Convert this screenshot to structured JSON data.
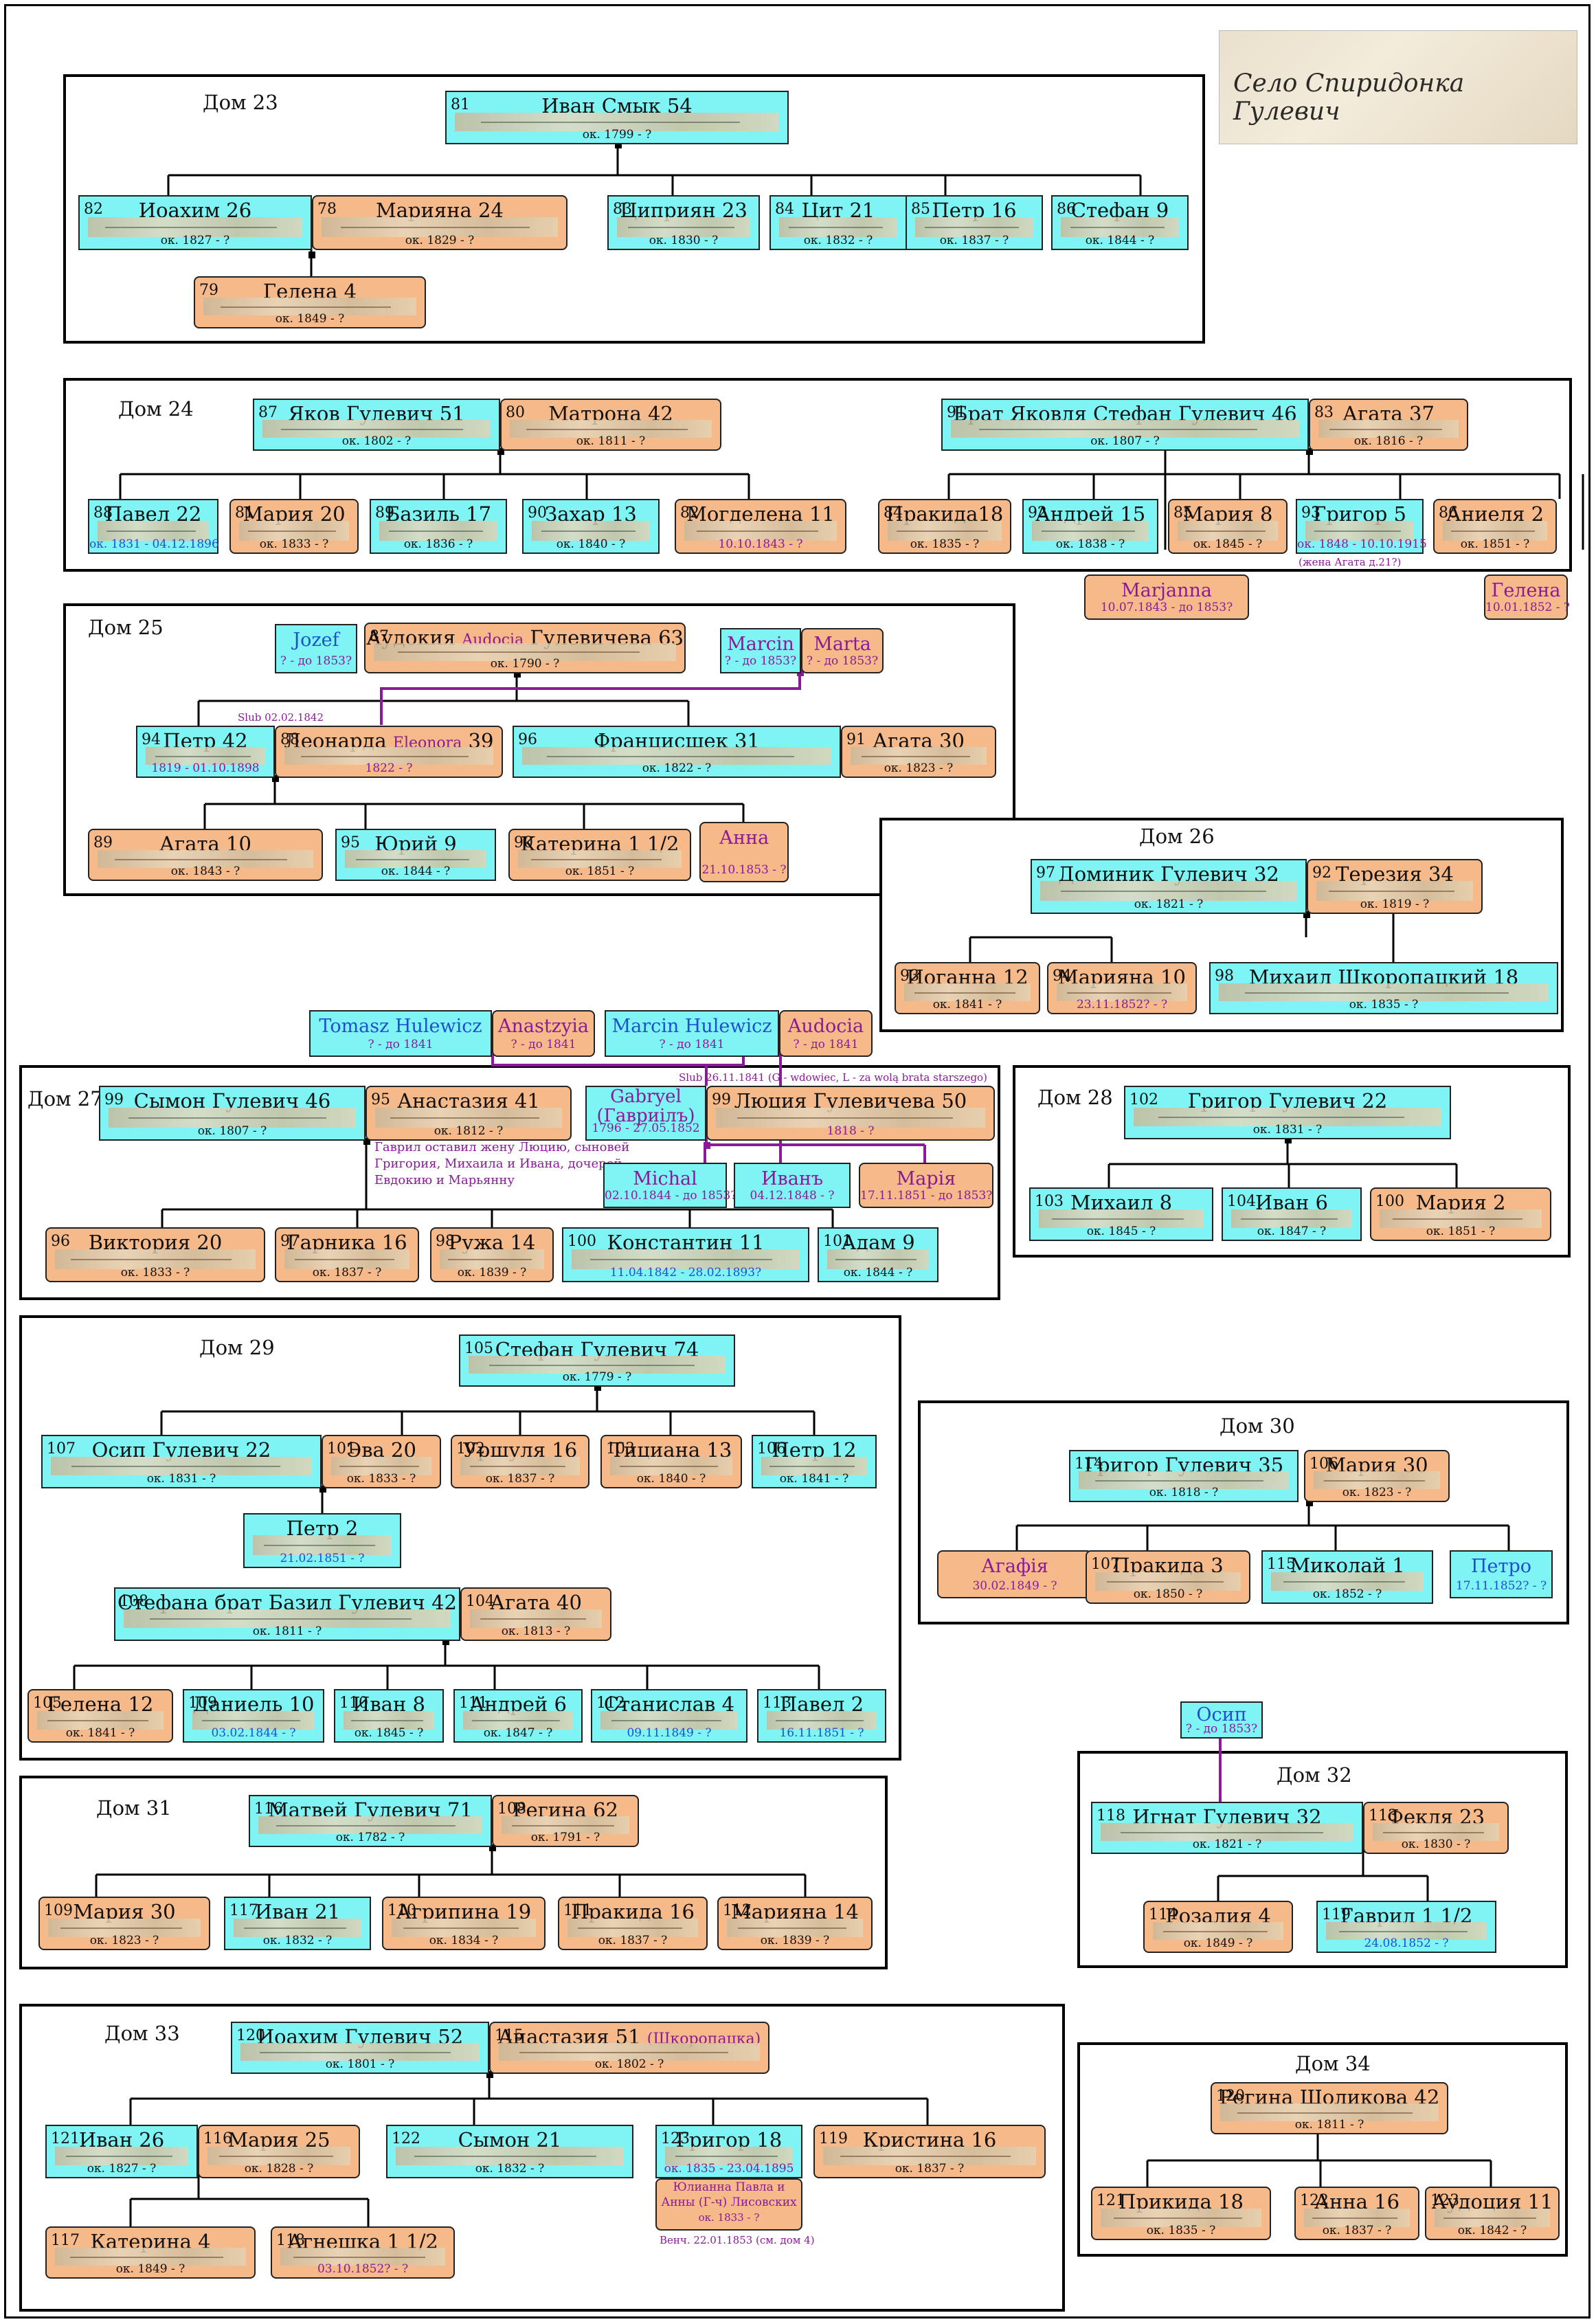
{
  "signature": {
    "text": "Село Спиридонка Гулевич"
  },
  "houses": {
    "h23": "Дом 23",
    "h24": "Дом 24",
    "h25": "Дом 25",
    "h26": "Дом 26",
    "h27": "Дом 27",
    "h28": "Дом 28",
    "h29": "Дом 29",
    "h30": "Дом 30",
    "h31": "Дом 31",
    "h32": "Дом 32",
    "h33": "Дом 33",
    "h34": "Дом 34"
  },
  "p": {
    "p81": {
      "n": "81",
      "name": "Иван Смык  54",
      "d": "ок. 1799 - ?"
    },
    "p82": {
      "n": "82",
      "name": "Иоахим    26",
      "d": "ок. 1827 - ?"
    },
    "p78": {
      "n": "78",
      "name": "Марияна  24",
      "d": "ок. 1829 - ?"
    },
    "p79": {
      "n": "79",
      "name": "Гелена  4",
      "d": "ок. 1849 - ?"
    },
    "p83": {
      "n": "83",
      "name": "Циприян  23",
      "d": "ок. 1830 - ?"
    },
    "p84": {
      "n": "84",
      "name": "Цит  21",
      "d": "ок. 1832 - ?"
    },
    "p85": {
      "n": "85",
      "name": "Петр  16",
      "d": "ок. 1837 - ?"
    },
    "p86": {
      "n": "86",
      "name": "Стефан 9",
      "d": "ок. 1844 - ?"
    },
    "p87a": {
      "n": "87",
      "name": "Яков Гулевич  51",
      "d": "ок. 1802 - ?"
    },
    "p80": {
      "n": "80",
      "name": "Матрона  42",
      "d": "ок. 1811 - ?"
    },
    "p91a": {
      "n": "91",
      "name": "Брат Яковля Стефан Гулевич 46",
      "d": "ок. 1807 - ?"
    },
    "p83b": {
      "n": "83",
      "name": "Агата  37",
      "d": "ок. 1816 - ?"
    },
    "p88": {
      "n": "88",
      "name": "Павел 22",
      "d": "ок. 1831 - 04.12.1896"
    },
    "p81b": {
      "n": "81",
      "name": "Мария 20",
      "d": "ок. 1833 - ?"
    },
    "p89": {
      "n": "89",
      "name": "Базиль  17",
      "d": "ок. 1836 - ?"
    },
    "p90": {
      "n": "90",
      "name": "Захар  13",
      "d": "ок. 1840 - ?"
    },
    "p82b": {
      "n": "82",
      "name": "Могделена  11",
      "d": "10.10.1843 - ?"
    },
    "p84b": {
      "n": "84",
      "name": "Пракида18",
      "d": "ок. 1835 - ?"
    },
    "p92": {
      "n": "92",
      "name": "Андрей 15",
      "d": "ок. 1838 - ?"
    },
    "p85b": {
      "n": "85",
      "name": "Мария  8",
      "d": "ок. 1845 - ?"
    },
    "p93": {
      "n": "93",
      "name": "Григор 5",
      "d": "ок. 1848 - 10.10.1915"
    },
    "p86b": {
      "n": "86",
      "name": "Аниеля 2",
      "d": "ок. 1851 - ?"
    },
    "pMarjanna": {
      "name": "Marjanna",
      "d": "10.07.1843 - до 1853?"
    },
    "pGelena": {
      "name": "Гелена",
      "d": "10.01.1852 - ?"
    },
    "pJozef": {
      "name": "Jozef",
      "d": "? - до 1853?"
    },
    "p87b": {
      "n": "87",
      "name": "Аудокия",
      "lat": "Audocia",
      "name2": "Гулевичева 63",
      "d": "ок. 1790 - ?"
    },
    "pMarcin": {
      "name": "Marcin",
      "d": "? - до 1853?"
    },
    "pMarta": {
      "name": "Marta",
      "d": "? - до 1853?"
    },
    "p94": {
      "n": "94",
      "name": "Петр   42",
      "d": "1819 - 01.10.1898"
    },
    "p88b": {
      "n": "88",
      "name": "Леонарда",
      "lat": "Eleonora",
      "name2": "39",
      "d": "1822 - ?"
    },
    "p96": {
      "n": "96",
      "name": "Франциcшек    31",
      "d": "ок. 1822 - ?"
    },
    "p91b": {
      "n": "91",
      "name": "Агата   30",
      "d": "ок. 1823 - ?"
    },
    "p89b": {
      "n": "89",
      "name": "Агата   10",
      "d": "ок. 1843 - ?"
    },
    "p95": {
      "n": "95",
      "name": "Юрий   9",
      "d": "ок. 1844 - ?"
    },
    "p90b": {
      "n": "90",
      "name": "Катерина  1 1/2",
      "d": "ок. 1851 - ?"
    },
    "pAnna": {
      "name": "Анна",
      "d": "21.10.1853 - ?"
    },
    "p97": {
      "n": "97",
      "name": "Доминик Гулевич  32",
      "d": "ок. 1821 - ?"
    },
    "p92b": {
      "n": "92",
      "name": "Терезия   34",
      "d": "ок. 1819 - ?"
    },
    "p93b": {
      "n": "93",
      "name": "Иоганна 12",
      "d": "ок. 1841 - ?"
    },
    "p94b": {
      "n": "94",
      "name": "Марияна 10",
      "d": "23.11.1852? - ?"
    },
    "p98": {
      "n": "98",
      "name": "Михаил Шкоропацкий    18",
      "d": "ок. 1835 - ?"
    },
    "pTomasz": {
      "name": "Tomasz Hulewicz",
      "d": "? - до 1841"
    },
    "pAnast": {
      "name": "Anastzyia",
      "d": "? - до 1841"
    },
    "pMarcinH": {
      "name": "Marcin Hulewicz",
      "d": "? - до 1841"
    },
    "pAudocia": {
      "name": "Audocia",
      "d": "? - до 1841"
    },
    "p99": {
      "n": "99",
      "name": "Сымон Гулевич   46",
      "d": "ок. 1807 - ?"
    },
    "p95b": {
      "n": "95",
      "name": "Анастазия   41",
      "d": "ок. 1812 - ?"
    },
    "pGabryel": {
      "name": "Gabryel",
      "name2": "(Гавриілъ)",
      "d": "1796 - 27.05.1852"
    },
    "p99b": {
      "n": "99",
      "name": "Люция Гулевичева   50",
      "d": "1818 - ?"
    },
    "pMichal": {
      "name": "Michal",
      "d": "02.10.1844 - до 1853?"
    },
    "pIvan": {
      "name": "Иванъ",
      "d": "04.12.1848 - ?"
    },
    "pMaria": {
      "name": "Марія",
      "d": "17.11.1851 - до 1853?"
    },
    "p96b": {
      "n": "96",
      "name": "Виктория      20",
      "d": "ок. 1833 - ?"
    },
    "p97b": {
      "n": "97",
      "name": "Гарника 16",
      "d": "ок. 1837 - ?"
    },
    "p98b": {
      "n": "98",
      "name": "Ружа  14",
      "d": "ок. 1839 - ?"
    },
    "p100": {
      "n": "100",
      "name": "Константин       11",
      "d": "11.04.1842 - 28.02.1893?"
    },
    "p101": {
      "n": "101",
      "name": "Адам  9",
      "d": "ок. 1844 - ?"
    },
    "p102": {
      "n": "102",
      "name": "Григор Гулевич          22",
      "d": "ок. 1831 - ?"
    },
    "p103": {
      "n": "103",
      "name": "Михаил    8",
      "d": "ок. 1845 - ?"
    },
    "p104": {
      "n": "104",
      "name": "Иван     6",
      "d": "ок. 1847 - ?"
    },
    "p100b": {
      "n": "100",
      "name": "Мария 2",
      "d": "ок. 1851 - ?"
    },
    "p105": {
      "n": "105",
      "name": "Стефан Гулевич  74",
      "d": "ок. 1779 - ?"
    },
    "p107": {
      "n": "107",
      "name": "Осип Гулевич 22",
      "d": "ок. 1831 - ?"
    },
    "p101b": {
      "n": "101",
      "name": "Эва 20",
      "d": "ок. 1833 - ?"
    },
    "p102b": {
      "n": "102",
      "name": "Уршуля 16",
      "d": "ок. 1837 - ?"
    },
    "p103b": {
      "n": "103",
      "name": "Тициана 13",
      "d": "ок. 1840 - ?"
    },
    "p106": {
      "n": "106",
      "name": "Петр   12",
      "d": "ок. 1841 - ?"
    },
    "pPetr2": {
      "name": "Петр    2",
      "d": "21.02.1851 - ?"
    },
    "p108": {
      "n": "108",
      "name": "Стефана брат Базил Гулевич 42",
      "d": "ок. 1811 - ?"
    },
    "p104b": {
      "n": "104",
      "name": "Агата   40",
      "d": "ок. 1813 - ?"
    },
    "p105b": {
      "n": "105",
      "name": "Гелена 12",
      "d": "ок. 1841 - ?"
    },
    "p109": {
      "n": "109",
      "name": "Даниель 10",
      "d": "03.02.1844 - ?"
    },
    "p110": {
      "n": "110",
      "name": "Иван 8",
      "d": "ок. 1845 - ?"
    },
    "p111": {
      "n": "111",
      "name": "Андрей 6",
      "d": "ок. 1847 - ?"
    },
    "p112": {
      "n": "112",
      "name": "Станислав 4",
      "d": "09.11.1849 - ?"
    },
    "p113": {
      "n": "113",
      "name": "Павел 2",
      "d": "16.11.1851 - ?"
    },
    "p114": {
      "n": "114",
      "name": "Григор Гулевич  35",
      "d": "ок. 1818 - ?"
    },
    "p106b": {
      "n": "106",
      "name": "Мария  30",
      "d": "ок. 1823 - ?"
    },
    "pAgafia": {
      "name": "Агафія",
      "d": "30.02.1849 - ?"
    },
    "p107b": {
      "n": "107",
      "name": "Пракида  3",
      "d": "ок. 1850 - ?"
    },
    "p115": {
      "n": "115",
      "name": "Миколай  1",
      "d": "ок. 1852 - ?"
    },
    "pPetro": {
      "name": "Петро",
      "d": "17.11.1852? - ?"
    },
    "p116": {
      "n": "116",
      "name": "Матвей Гулевич   71",
      "d": "ок. 1782 - ?"
    },
    "p108b": {
      "n": "108",
      "name": "Регина  62",
      "d": "ок. 1791 - ?"
    },
    "p109b": {
      "n": "109",
      "name": "Мария     30",
      "d": "ок. 1823 - ?"
    },
    "p117": {
      "n": "117",
      "name": "Иван 21",
      "d": "ок. 1832 - ?"
    },
    "p110b": {
      "n": "110",
      "name": "Агрипина 19",
      "d": "ок. 1834 - ?"
    },
    "p111b": {
      "n": "111",
      "name": "Пракида 16",
      "d": "ок. 1837 - ?"
    },
    "p112b": {
      "n": "112",
      "name": "Марияна 14",
      "d": "ок. 1839 - ?"
    },
    "pOsip": {
      "name": "Осип",
      "d": "? - до 1853?"
    },
    "p118": {
      "n": "118",
      "name": "Игнат Гулевич  32",
      "d": "ок. 1821 - ?"
    },
    "p113b": {
      "n": "113",
      "name": "Фекля  23",
      "d": "ок. 1830 - ?"
    },
    "p114b": {
      "n": "114",
      "name": "Розалия  4",
      "d": "ок. 1849 - ?"
    },
    "p119": {
      "n": "119",
      "name": "Гаврил 1 1/2",
      "d": "24.08.1852 - ?"
    },
    "p120": {
      "n": "120",
      "name": "Иоахим Гулевич 52",
      "d": "ок. 1801 - ?"
    },
    "p115b": {
      "n": "115",
      "name": "Анастазия 51",
      "lat": "(Шкоропацка)",
      "d": "ок. 1802 - ?"
    },
    "p121": {
      "n": "121",
      "name": "Иван    26",
      "d": "ок. 1827 - ?"
    },
    "p116b": {
      "n": "116",
      "name": "Мария    25",
      "d": "ок. 1828 - ?"
    },
    "p122": {
      "n": "122",
      "name": "Сымон       21",
      "d": "ок. 1832 - ?"
    },
    "p123": {
      "n": "123",
      "name": "Григор 18",
      "d": "ок. 1835 - 23.04.1895"
    },
    "p119b": {
      "n": "119",
      "name": "Кристина          16",
      "d": "ок. 1837 - ?"
    },
    "p117b": {
      "n": "117",
      "name": "Катерина    4",
      "d": "ок. 1849 - ?"
    },
    "p118b": {
      "n": "118",
      "name": "Агнешка  1 1/2",
      "d": "03.10.1852? - ?"
    },
    "p120b": {
      "n": "120",
      "name": "Регина Шоликова 42",
      "d": "ок. 1811 - ?"
    },
    "p121b": {
      "n": "121",
      "name": "Прикида 18",
      "d": "ок. 1835 - ?"
    },
    "p122b": {
      "n": "122",
      "name": "Анна 16",
      "d": "ок. 1837 - ?"
    },
    "p123b": {
      "n": "123",
      "name": "Аудоция 11",
      "d": "ок. 1842 - ?"
    }
  },
  "notes": {
    "zhena": "(жена Агата д.21?)",
    "slub1": "Slub 02.02.1842",
    "slub2": "Slub 26.11.1841 (G - wdowiec, L - za wolą brata starszego)",
    "gavril1": "Гаврил оставил жену Люцию, сыновей",
    "gavril2": "Григория, Михаила и Ивана, дочерей",
    "gavril3": "Евдокию и Марьянну",
    "yul1": "Юлианна Павла и",
    "yul2": "Анны (Г-ч) Лисовских",
    "yul3": "ок. 1833 - ?",
    "yul4": "Венч. 22.01.1853 (см. дом 4)"
  }
}
